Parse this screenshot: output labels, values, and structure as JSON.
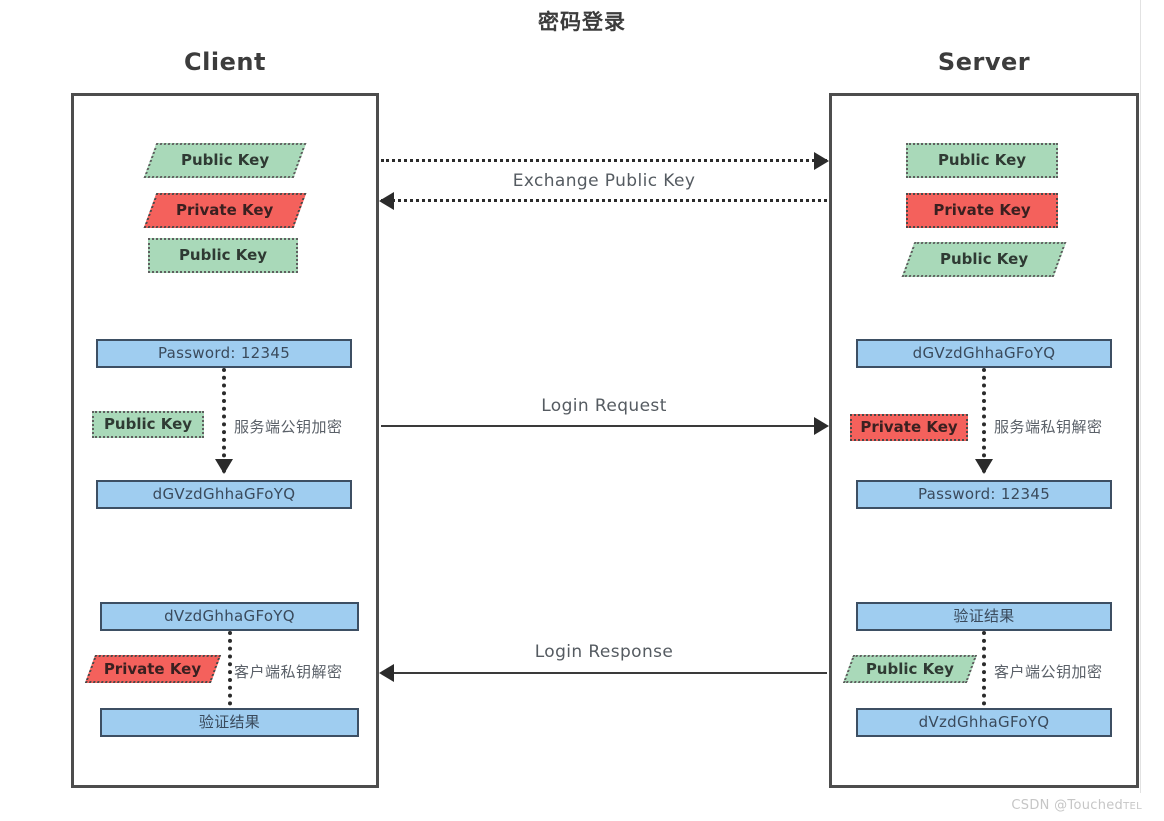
{
  "title": "密码登录",
  "columns": {
    "client": {
      "heading": "Client"
    },
    "server": {
      "heading": "Server"
    }
  },
  "client": {
    "keys": [
      {
        "label": "Public Key",
        "color": "green",
        "shape": "parallelogram"
      },
      {
        "label": "Private Key",
        "color": "red",
        "shape": "parallelogram"
      },
      {
        "label": "Public Key",
        "color": "green",
        "shape": "rectangle"
      }
    ],
    "login_flow": {
      "source": "Password: 12345",
      "key_badge": "Public Key",
      "key_badge_color": "green",
      "key_badge_shape": "rectangle",
      "note": "服务端公钥加密",
      "result": "dGVzdGhhaGFoYQ"
    },
    "response_flow": {
      "source": "dVzdGhhaGFoYQ",
      "key_badge": "Private Key",
      "key_badge_color": "red",
      "key_badge_shape": "parallelogram",
      "note": "客户端私钥解密",
      "result": "验证结果"
    }
  },
  "server": {
    "keys": [
      {
        "label": "Public Key",
        "color": "green",
        "shape": "rectangle"
      },
      {
        "label": "Private Key",
        "color": "red",
        "shape": "rectangle"
      },
      {
        "label": "Public Key",
        "color": "green",
        "shape": "parallelogram"
      }
    ],
    "login_flow": {
      "source": "dGVzdGhhaGFoYQ",
      "key_badge": "Private Key",
      "key_badge_color": "red",
      "key_badge_shape": "rectangle",
      "note": "服务端私钥解密",
      "result": "Password: 12345"
    },
    "response_flow": {
      "source": "验证结果",
      "key_badge": "Public Key",
      "key_badge_color": "green",
      "key_badge_shape": "parallelogram",
      "note": "客户端公钥加密",
      "result": "dVzdGhhaGFoYQ"
    }
  },
  "transports": [
    {
      "label": "Exchange Public Key",
      "style": "dotted",
      "direction": "bidirectional"
    },
    {
      "label": "Login Request",
      "style": "solid",
      "direction": "right"
    },
    {
      "label": "Login Response",
      "style": "solid",
      "direction": "left"
    }
  ],
  "watermark": {
    "prefix": "CSDN @Touched",
    "suffix": "TEL"
  },
  "colors": {
    "public_key": "#a9d9b9",
    "private_key": "#f4615c",
    "data_block": "#9fcdf0",
    "border": "#4d4d4d",
    "text": "#3c3c3c"
  }
}
